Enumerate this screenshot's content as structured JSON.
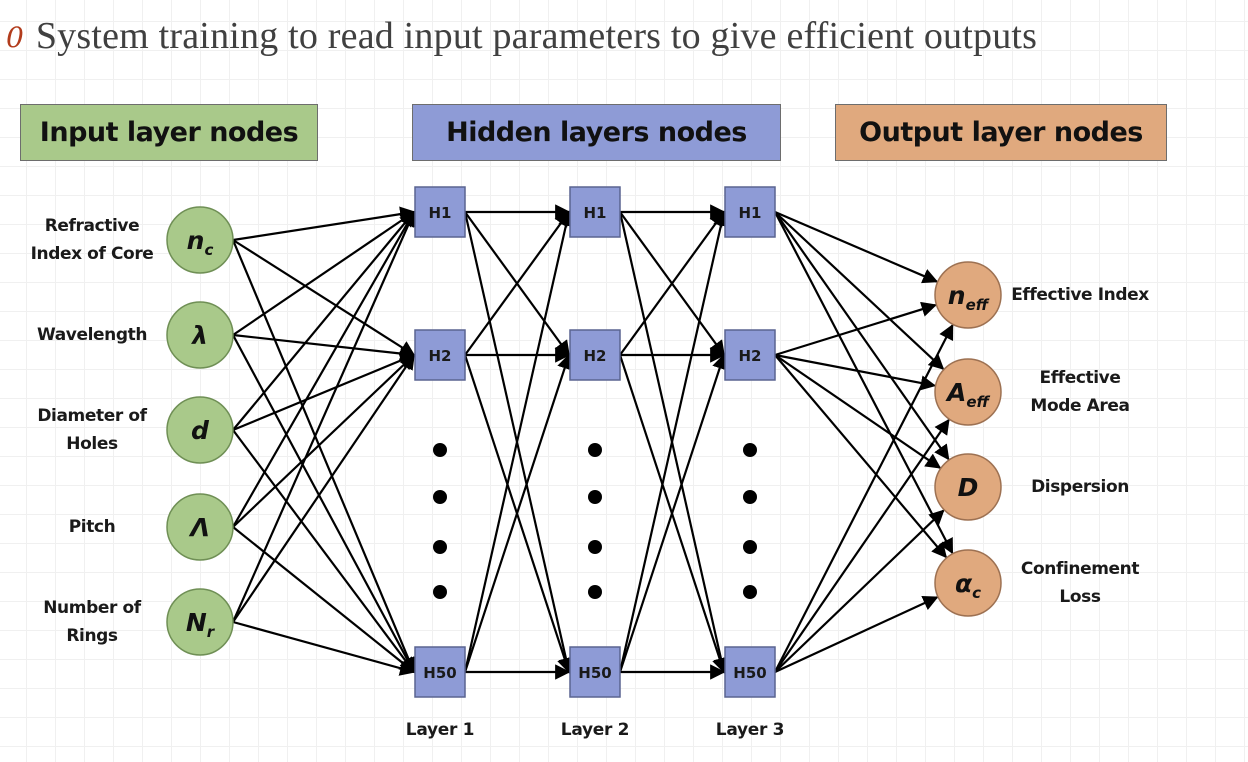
{
  "slide": {
    "bullet_icon": "outlined-zero-bullet",
    "title": "System training to read input parameters to give efficient outputs"
  },
  "headers": {
    "input": "Input layer nodes",
    "hidden": "Hidden layers nodes",
    "output": "Output layer nodes"
  },
  "colors": {
    "input_fill": "#a9c98a",
    "input_stroke": "#6f8f55",
    "hidden_fill": "#8e9bd6",
    "hidden_stroke": "#5a6491",
    "output_fill": "#e0a97e",
    "output_stroke": "#9d7152",
    "edge": "#000000",
    "bullet": "#b23c1c",
    "title_text": "#404040"
  },
  "input_nodes": [
    {
      "symbol": "n",
      "sub": "c",
      "label_lines": [
        "Refractive",
        "Index of Core"
      ]
    },
    {
      "symbol": "λ",
      "sub": "",
      "label_lines": [
        "Wavelength"
      ]
    },
    {
      "symbol": "d",
      "sub": "",
      "label_lines": [
        "Diameter of",
        "Holes"
      ]
    },
    {
      "symbol": "Λ",
      "sub": "",
      "label_lines": [
        "Pitch"
      ]
    },
    {
      "symbol": "N",
      "sub": "r",
      "label_lines": [
        "Number of",
        "Rings"
      ]
    }
  ],
  "hidden_layers": [
    {
      "label": "Layer 1",
      "nodes": [
        "H1",
        "H2",
        "H50"
      ]
    },
    {
      "label": "Layer 2",
      "nodes": [
        "H1",
        "H2",
        "H50"
      ]
    },
    {
      "label": "Layer 3",
      "nodes": [
        "H1",
        "H2",
        "H50"
      ]
    }
  ],
  "ellipsis_dots_per_layer": 4,
  "output_nodes": [
    {
      "symbol": "n",
      "sub": "eff",
      "label_lines": [
        "Effective Index"
      ]
    },
    {
      "symbol": "A",
      "sub": "eff",
      "label_lines": [
        "Effective",
        "Mode Area"
      ]
    },
    {
      "symbol": "D",
      "sub": "",
      "label_lines": [
        "Dispersion"
      ]
    },
    {
      "symbol": "α",
      "sub": "c",
      "label_lines": [
        "Confinement",
        "Loss"
      ]
    }
  ]
}
